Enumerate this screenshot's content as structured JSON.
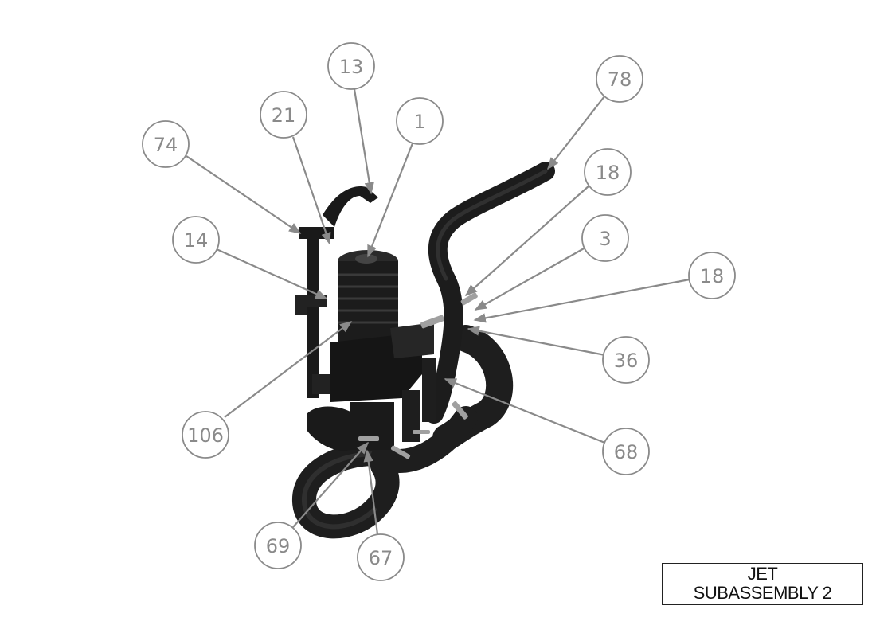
{
  "drawing": {
    "title_line1": "JET",
    "title_line2": "SUBASSEMBLY 2"
  },
  "balloons": [
    {
      "id": "b13",
      "label": "13"
    },
    {
      "id": "b21",
      "label": "21"
    },
    {
      "id": "b1",
      "label": "1"
    },
    {
      "id": "b74",
      "label": "74"
    },
    {
      "id": "b78",
      "label": "78"
    },
    {
      "id": "b18a",
      "label": "18"
    },
    {
      "id": "b14",
      "label": "14"
    },
    {
      "id": "b3",
      "label": "3"
    },
    {
      "id": "b18b",
      "label": "18"
    },
    {
      "id": "b36",
      "label": "36"
    },
    {
      "id": "b106",
      "label": "106"
    },
    {
      "id": "b68",
      "label": "68"
    },
    {
      "id": "b69",
      "label": "69"
    },
    {
      "id": "b67",
      "label": "67"
    }
  ],
  "colors": {
    "balloon_stroke": "#8a8a8a",
    "leader": "#8a8a8a",
    "part_dark": "#1c1c1c",
    "part_mid": "#3a3a3a",
    "clamp": "#9a9a9a"
  }
}
